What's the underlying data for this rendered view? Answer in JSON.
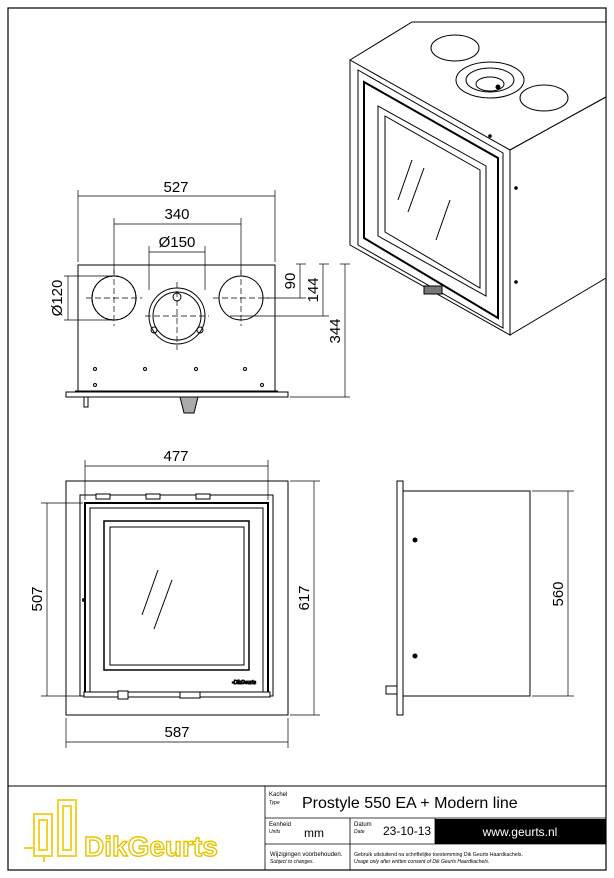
{
  "drawing": {
    "top_view": {
      "width_overall": "527",
      "outer_spacing": "340",
      "center_diameter": "Ø150",
      "side_diameter": "Ø120",
      "offset_small": "90",
      "offset_large": "144",
      "depth": "344"
    },
    "front_view": {
      "opening_width": "477",
      "opening_height": "507",
      "frame_width": "587",
      "frame_height": "617"
    },
    "side_view": {
      "depth": "560"
    }
  },
  "title_block": {
    "logo_text": "DikGeurts",
    "type_label": "Kachel",
    "type_label_en": "Type",
    "type_value": "Prostyle 550 EA + Modern line",
    "units_label": "Eenheid",
    "units_label_en": "Units",
    "units_value": "mm",
    "date_label": "Datum",
    "date_label_en": "Date",
    "date_value": "23-10-13",
    "website": "www.geurts.nl",
    "changes_nl": "Wijzigingen voorbehouden.",
    "changes_en": "Subject to changes.",
    "usage_nl": "Gebruik uitsluitend na schriftelijke toestemming Dik Geurts Haardkachels.",
    "usage_en": "Usage only after written consent of Dik Geurts Haardkachels.",
    "brand_color": "#e6c400",
    "logo_color": "#f2d22e"
  }
}
